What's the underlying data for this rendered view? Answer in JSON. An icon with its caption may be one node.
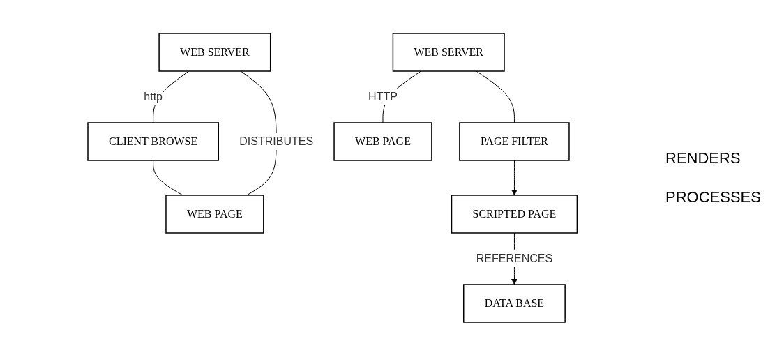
{
  "diagram": {
    "nodes": [
      {
        "text": [
          "WEB SERVER"
        ]
      },
      {
        "text": [
          "CLIENT BROWSE"
        ]
      },
      {
        "text": [
          "WEB PAGE"
        ]
      },
      {
        "text": [
          "DATA BASE"
        ]
      },
      {
        "text": [
          "WEB SERVER"
        ]
      },
      {
        "text": [
          "WEB PAGE"
        ]
      },
      {
        "text": [
          "PAGE FILTER"
        ]
      },
      {
        "text": [
          "SCRIPTED PAGE"
        ]
      }
    ],
    "edges": [
      {
        "from": 0,
        "to": 1,
        "arrow": "none",
        "label": "http"
      },
      {
        "from": 0,
        "to": 2,
        "arrow": "none",
        "label": "DISTRIBUTES"
      },
      {
        "from": 1,
        "to": 2,
        "arrow": "none"
      },
      {
        "from": 7,
        "to": 3,
        "arrow": "to",
        "label": "REFERENCES"
      },
      {
        "from": 4,
        "to": 5,
        "arrow": "none",
        "label": "HTTP"
      },
      {
        "from": 4,
        "to": 6,
        "arrow": "none"
      },
      {
        "from": 6,
        "to": 7,
        "arrow": "to"
      }
    ],
    "labels": [
      "RENDERS",
      "PROCESSES"
    ]
  }
}
